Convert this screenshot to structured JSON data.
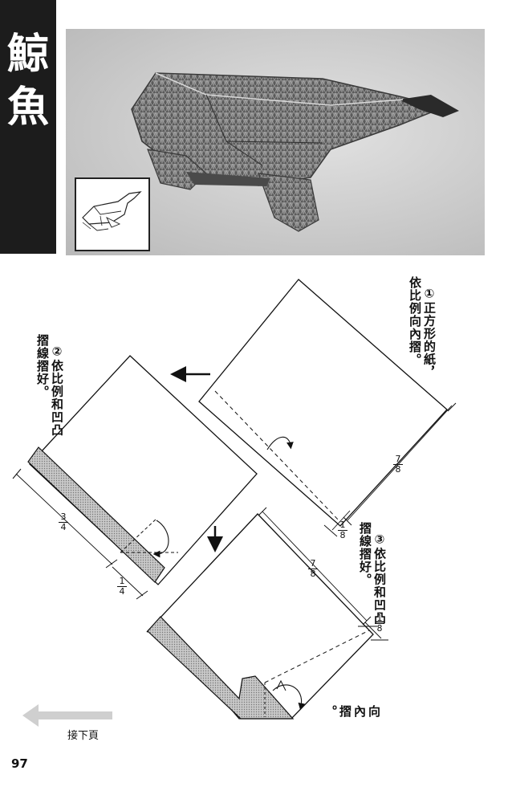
{
  "title": {
    "char1": "鯨",
    "char2": "魚"
  },
  "steps": [
    {
      "number": "①",
      "text": "正方形的紙，\n依比例向內摺。"
    },
    {
      "number": "②",
      "text": "依比例和凹凸\n摺線摺好。"
    },
    {
      "number": "③",
      "text": "依比例和凹凸\n摺線摺好。"
    }
  ],
  "fold_note": "向\n內\n摺\n。",
  "fractions": {
    "s1_large": {
      "num": "7",
      "den": "8"
    },
    "s1_small": {
      "num": "1",
      "den": "8"
    },
    "s2_large": {
      "num": "3",
      "den": "4"
    },
    "s2_small": {
      "num": "1",
      "den": "4"
    },
    "s3_large": {
      "num": "7",
      "den": "8"
    },
    "s3_small": {
      "num": "1",
      "den": "8"
    }
  },
  "next_page_label": "接下頁",
  "page_number": "97",
  "colors": {
    "title_bg": "#1c1c1c",
    "photo_bg": "#c9c9c9",
    "pattern": "#777777"
  }
}
